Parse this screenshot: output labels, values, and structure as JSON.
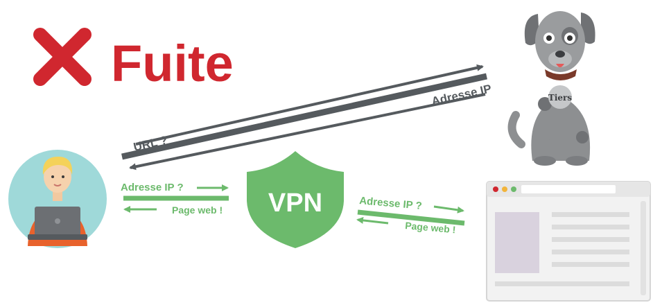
{
  "title": "Fuite",
  "labels": {
    "url_query": "URL ?",
    "ip_leak": "Adresse IP",
    "vpn": "VPN",
    "user_to_vpn_request": "Adresse IP ?",
    "vpn_to_user_response": "Page web !",
    "vpn_to_site_request": "Adresse IP ?",
    "site_to_vpn_response": "Page web !",
    "dog_tag": "Tiers"
  },
  "colors": {
    "red": "#d0272f",
    "green": "#6cba6c",
    "dark_gray": "#555a5e",
    "dog_gray": "#8d8f91",
    "user_circle": "#9fd9d9"
  }
}
